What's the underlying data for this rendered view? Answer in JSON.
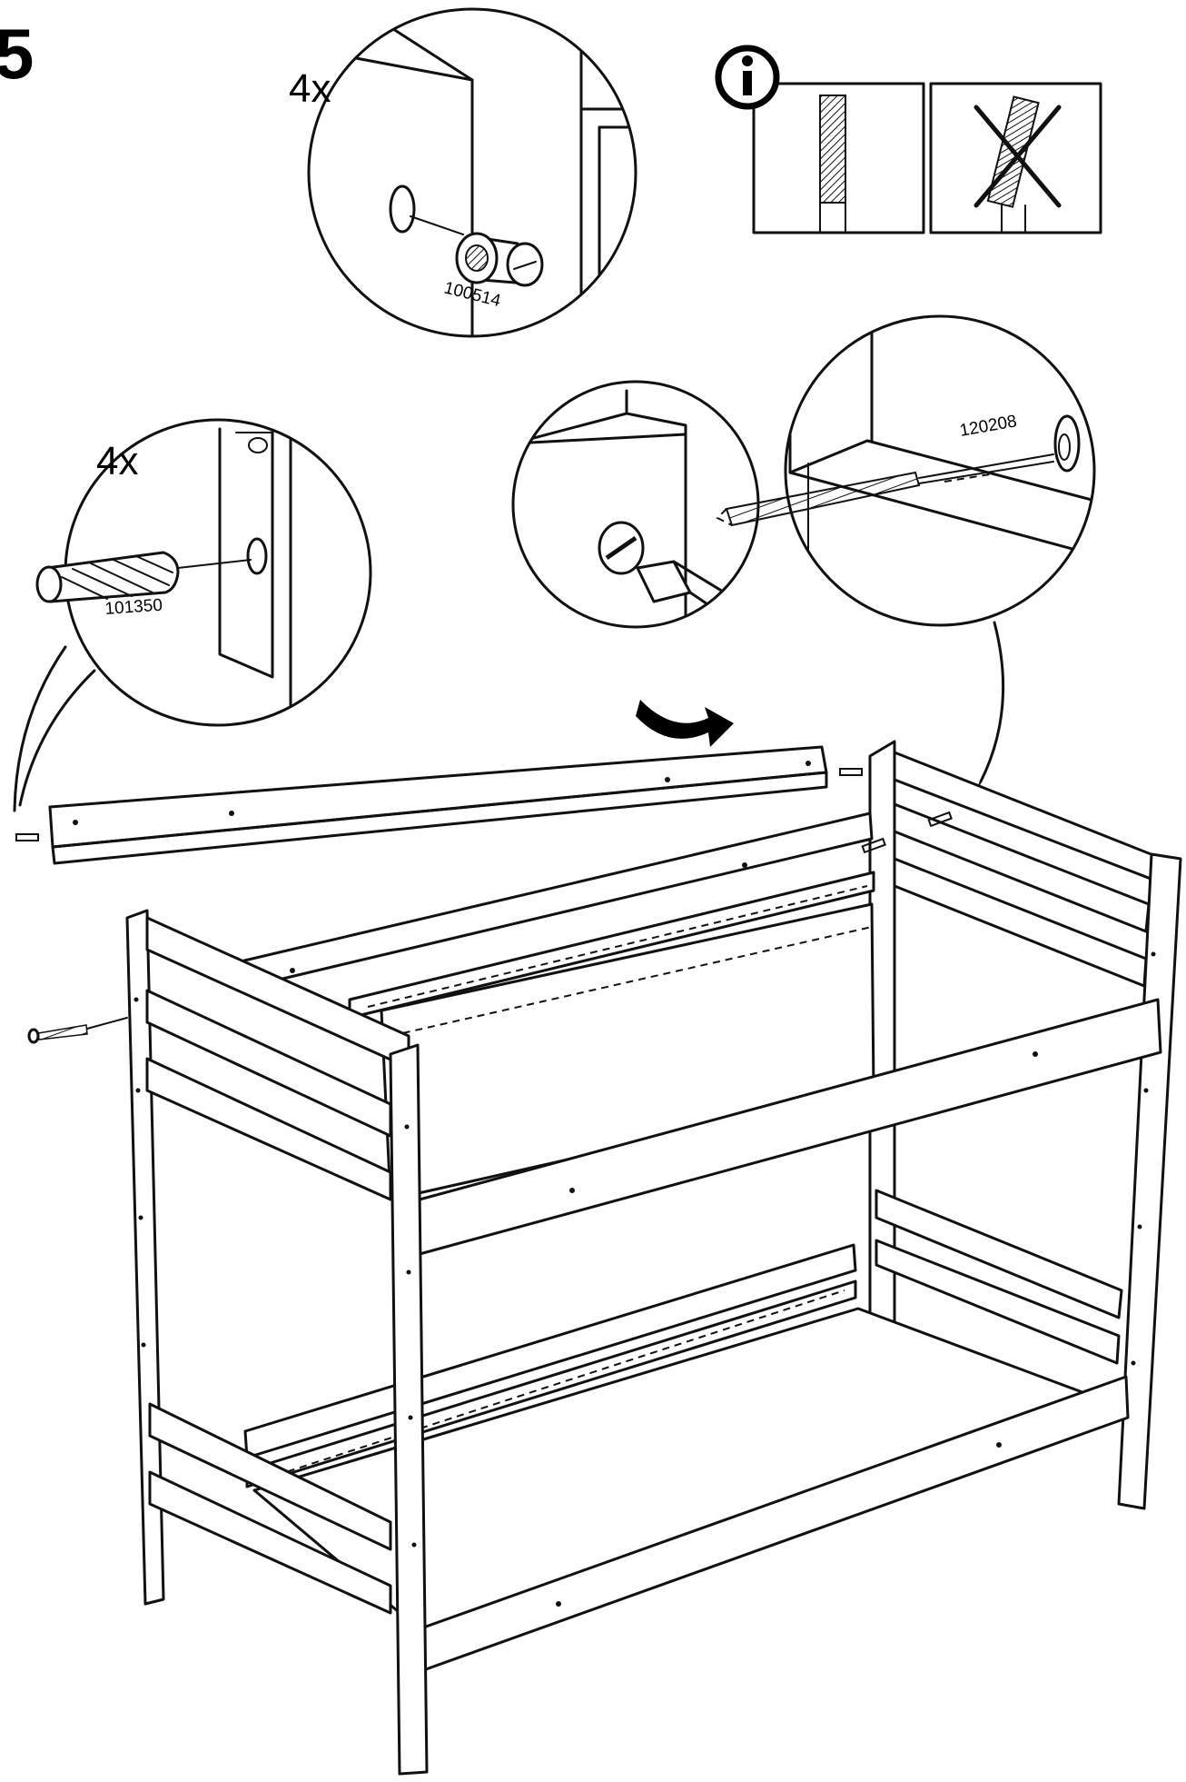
{
  "step": {
    "number": "5"
  },
  "detail_cam_nut": {
    "quantity": "4x",
    "part_number": "100514"
  },
  "detail_dowel": {
    "quantity": "4x",
    "part_number": "101350"
  },
  "detail_bolt": {
    "part_number": "120208"
  },
  "info_box": {
    "icon": "info-icon",
    "wrong_icon": "cross-icon"
  }
}
